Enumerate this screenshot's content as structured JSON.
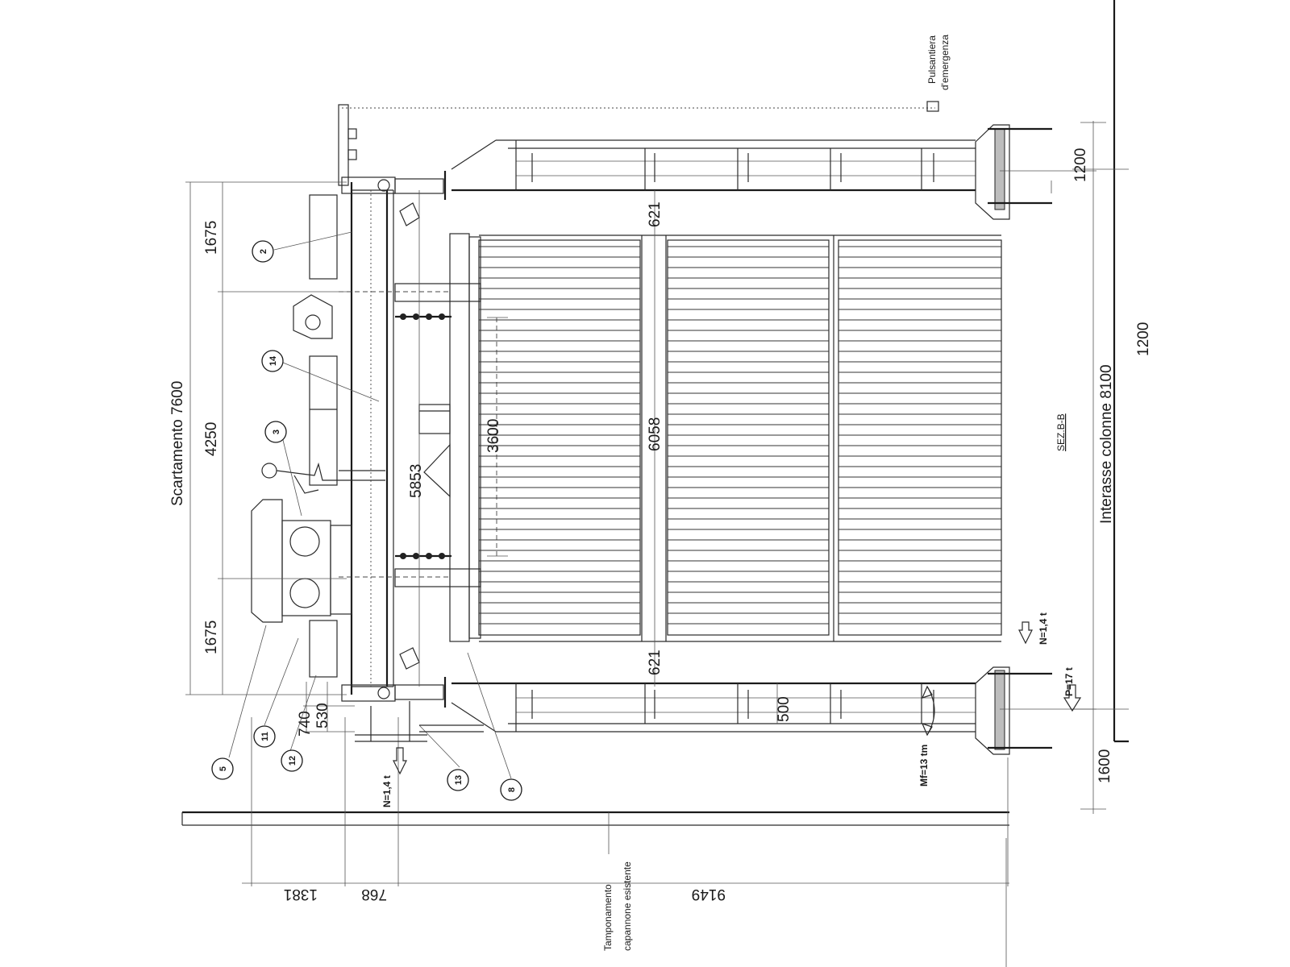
{
  "labels": {
    "scartamento": "Scartamento 7600",
    "interasse": "Interasse colonne 8100",
    "section": "SEZ.B-B",
    "pulsantiera_1": "Pulsantiera",
    "pulsantiera_2": "d'emergenza",
    "tamponamento_1": "Tamponamento",
    "tamponamento_2": "capannone esistente",
    "load_n_top": "N=1,4 t",
    "load_p": "P=17 t",
    "load_n_bottom": "N=1,4 t",
    "moment": "Mf=13 tm"
  },
  "dimensions": {
    "d1675_top": "1675",
    "d4250": "4250",
    "d1675_bottom": "1675",
    "d740": "740",
    "d530": "530",
    "d621_top": "621",
    "d621_bottom": "621",
    "d6058": "6058",
    "d5853": "5853",
    "d3600": "3600",
    "d500": "500",
    "d1200_right": "1200",
    "d1200_far": "1200",
    "d1600": "1600",
    "d1381": "1381",
    "d768": "768",
    "d9149": "9149"
  },
  "callouts": [
    "2",
    "14",
    "3",
    "5",
    "11",
    "12",
    "13",
    "8"
  ]
}
